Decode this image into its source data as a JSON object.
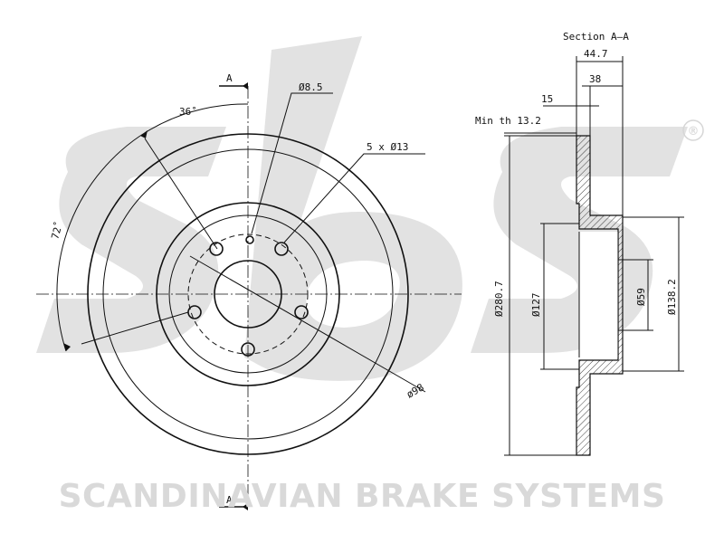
{
  "watermark": {
    "logo_text": "sbs",
    "registered_mark": "®",
    "brand_name": "SCANDINAVIAN BRAKE SYSTEMS"
  },
  "front_view": {
    "section_marker_top": "A",
    "section_marker_bottom": "A",
    "angle_36": "36˚",
    "angle_72": "72˚",
    "hole_dia": "Ø8.5",
    "bolt_holes": "5 x Ø13",
    "bolt_circle": "ø98"
  },
  "section_view": {
    "title": "Section A–A",
    "overall_height": "44.7",
    "hat_height": "38",
    "thickness": "15",
    "min_thickness": "Min th 13.2",
    "disc_diameter": "Ø280.7",
    "hat_outer_diameter": "Ø127",
    "center_bore": "Ø59",
    "hat_diameter": "Ø138.2"
  },
  "colors": {
    "line": "#111111",
    "watermark": "#dcdcdc"
  }
}
